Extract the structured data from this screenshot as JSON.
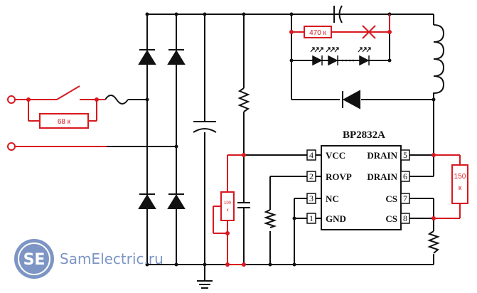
{
  "chip": {
    "name": "BP2832A",
    "left_pins": [
      {
        "num": "4",
        "label": "VCC"
      },
      {
        "num": "2",
        "label": "ROVP"
      },
      {
        "num": "3",
        "label": "NC"
      },
      {
        "num": "1",
        "label": "GND"
      }
    ],
    "right_pins": [
      {
        "num": "5",
        "label": "DRAIN"
      },
      {
        "num": "6",
        "label": "DRAIN"
      },
      {
        "num": "7",
        "label": "CS"
      },
      {
        "num": "8",
        "label": "CS"
      }
    ]
  },
  "labels": {
    "r_switch": "68 к",
    "r_led": "470 к",
    "r_cs": "150 к",
    "r_vcc_top": "100",
    "r_vcc_bottom": "к"
  },
  "logo": {
    "initials": "SE",
    "site": "SamElectric.ru"
  },
  "colors": {
    "wire": "#111111",
    "mod": "#d71920",
    "logo": "#7d95c4"
  }
}
